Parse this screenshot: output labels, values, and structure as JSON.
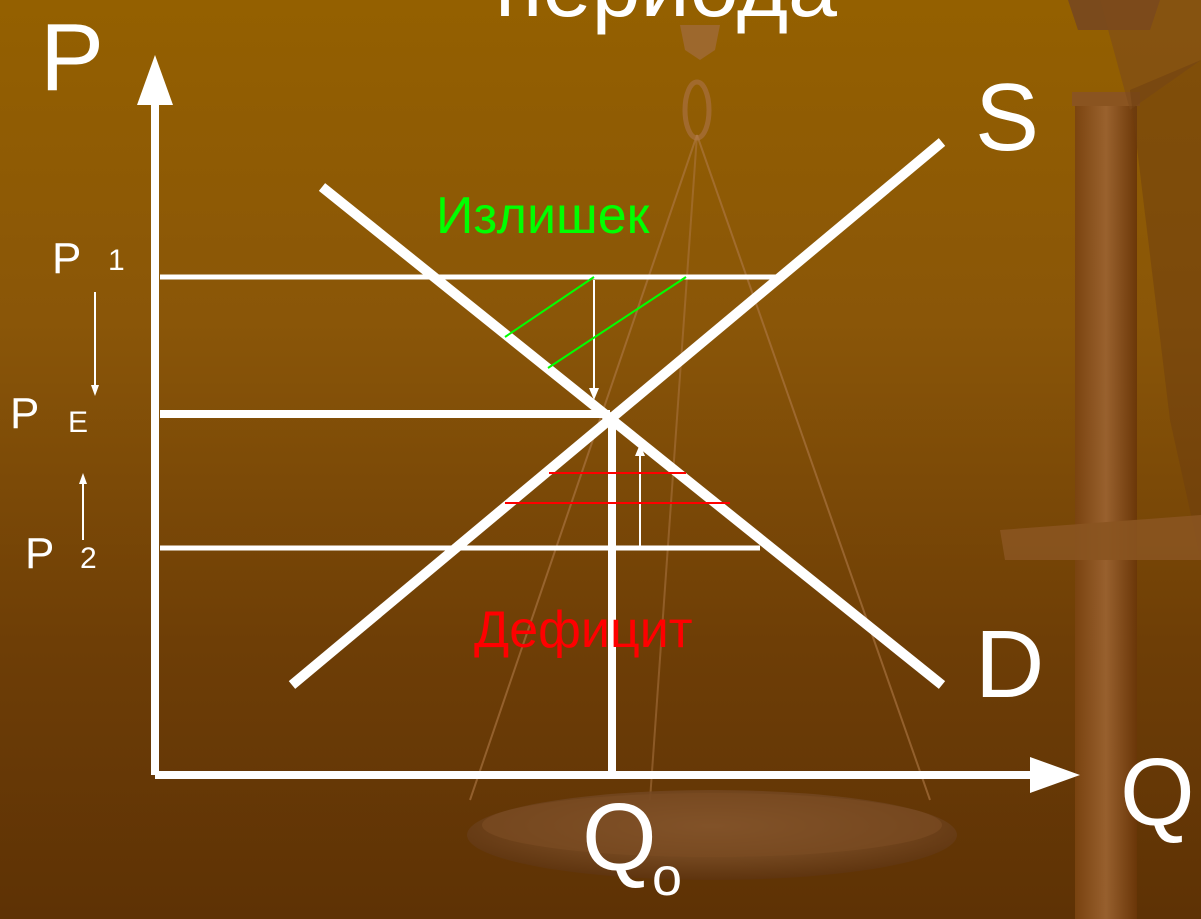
{
  "slide": {
    "title_fragment": "периода"
  },
  "axes": {
    "y_label": "P",
    "x_label": "Q"
  },
  "curves": {
    "supply_label": "S",
    "demand_label": "D"
  },
  "prices": {
    "p1_main": "P",
    "p1_sub": "1",
    "pe_main": "P",
    "pe_sub": "E",
    "p2_main": "P",
    "p2_sub": "2"
  },
  "quantity": {
    "q_main": "Q",
    "q_sub": "o"
  },
  "annotations": {
    "surplus": "Излишек",
    "deficit": "Дефицит"
  },
  "colors": {
    "background": "#8a5608",
    "lines": "#ffffff",
    "surplus": "#00ff00",
    "deficit": "#ff0000"
  }
}
